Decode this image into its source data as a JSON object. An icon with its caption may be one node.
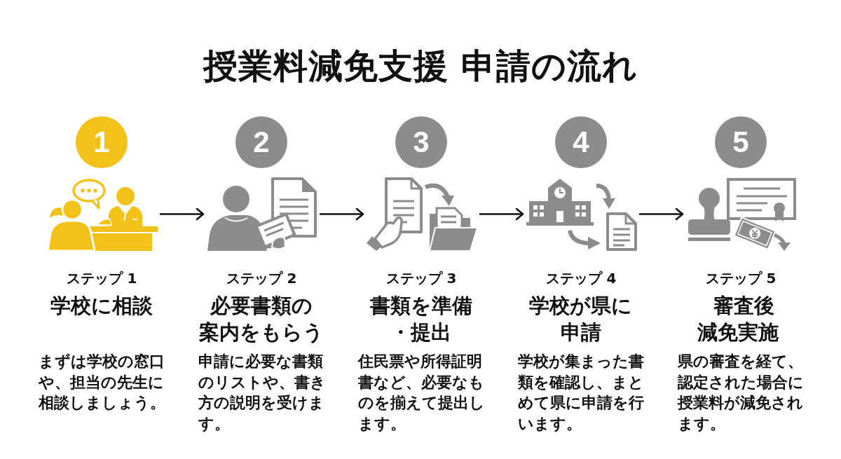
{
  "diagram": {
    "title": "授業料減免支援 申請の流れ",
    "nodes": [
      {
        "text": [
          "1"
        ]
      },
      {
        "text": [],
        "shape": "picture",
        "beside": [
          "ステップ 1",
          "学校に相談",
          "まずは学校の窓口や、担当の先生に相談しましょう。"
        ]
      },
      {
        "text": [
          "2"
        ]
      },
      {
        "text": [],
        "shape": "picture",
        "beside": [
          "ステップ 2",
          "必要書類の案内をもらう",
          "申請に必要な書類のリストや、書き方の説明を受けます。"
        ]
      },
      {
        "text": [
          "3"
        ]
      },
      {
        "text": [],
        "shape": "picture",
        "beside": [
          "ステップ 3",
          "書類を準備・提出",
          "住民票や所得証明書など、必要なものを揃えて提出します。"
        ]
      },
      {
        "text": [
          "4"
        ]
      },
      {
        "text": [],
        "shape": "picture",
        "beside": [
          "ステップ 4",
          "学校が県に申請",
          "学校が集まった書類を確認し、まとめて県に申請を行います。"
        ]
      },
      {
        "text": [
          "5"
        ]
      },
      {
        "text": [],
        "shape": "picture",
        "beside": [
          "ステップ 5",
          "審査後減免実施",
          "県の審査を経て、認定された場合に授業料が減免されます。"
        ]
      }
    ],
    "edges": [
      {
        "from": 1,
        "to": 3,
        "arrow": "to"
      },
      {
        "from": 3,
        "to": 5,
        "arrow": "to"
      },
      {
        "from": 5,
        "to": 7,
        "arrow": "to"
      },
      {
        "from": 7,
        "to": 9,
        "arrow": "to"
      }
    ]
  }
}
